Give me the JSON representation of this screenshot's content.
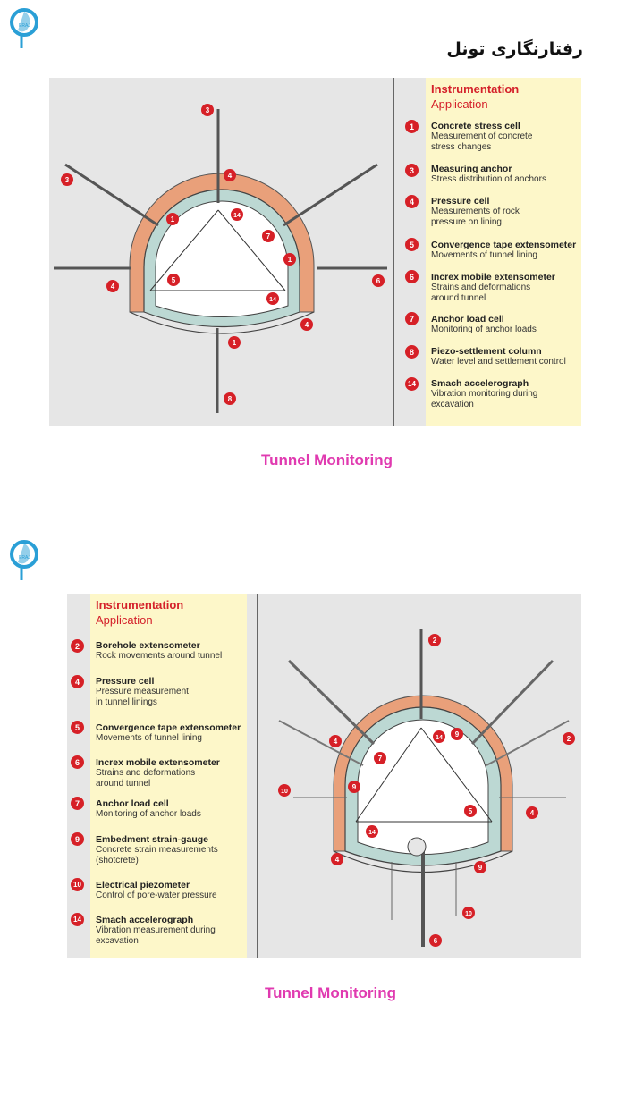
{
  "page_title": "رفتارنگاری تونل",
  "logo_text": "ERAJ",
  "colors": {
    "marker": "#d62027",
    "caption": "#e03ab0",
    "legend_bg": "#fdf7c9",
    "lining": "#bcd8d3",
    "shotcrete": "#e9a07a"
  },
  "section1": {
    "legend": {
      "heading": "Instrumentation",
      "subheading": "Application",
      "items": [
        {
          "num": "1",
          "title": "Concrete stress cell",
          "desc": "Measurement of concrete\nstress changes"
        },
        {
          "num": "3",
          "title": "Measuring anchor",
          "desc": "Stress distribution of anchors"
        },
        {
          "num": "4",
          "title": "Pressure cell",
          "desc": "Measurements of rock\npressure on lining"
        },
        {
          "num": "5",
          "title": "Convergence tape extensometer",
          "desc": "Movements of tunnel lining"
        },
        {
          "num": "6",
          "title": "Increx mobile extensometer",
          "desc": "Strains and deformations\naround tunnel"
        },
        {
          "num": "7",
          "title": "Anchor load cell",
          "desc": "Monitoring of anchor loads"
        },
        {
          "num": "8",
          "title": "Piezo-settlement column",
          "desc": "Water level and settlement control"
        },
        {
          "num": "14",
          "title": "Smach accelerograph",
          "desc": "Vibration monitoring during\nexcavation"
        }
      ]
    },
    "diagram_labels": [
      "3",
      "3",
      "4",
      "1",
      "14",
      "7",
      "1",
      "4",
      "5",
      "14",
      "6",
      "4",
      "1",
      "8"
    ],
    "caption": "Tunnel Monitoring"
  },
  "section2": {
    "legend": {
      "heading": "Instrumentation",
      "subheading": "Application",
      "items": [
        {
          "num": "2",
          "title": "Borehole extensometer",
          "desc": "Rock movements around tunnel"
        },
        {
          "num": "4",
          "title": "Pressure cell",
          "desc": "Pressure measurement\nin tunnel linings"
        },
        {
          "num": "5",
          "title": "Convergence tape extensometer",
          "desc": "Movements of tunnel lining"
        },
        {
          "num": "6",
          "title": "Increx mobile extensometer",
          "desc": "Strains and deformations\naround tunnel"
        },
        {
          "num": "7",
          "title": "Anchor load cell",
          "desc": "Monitoring of anchor loads"
        },
        {
          "num": "9",
          "title": "Embedment strain-gauge",
          "desc": "Concrete strain measurements\n(shotcrete)"
        },
        {
          "num": "10",
          "title": "Electrical piezometer",
          "desc": "Control of pore-water pressure"
        },
        {
          "num": "14",
          "title": "Smach accelerograph",
          "desc": "Vibration measurement during\nexcavation"
        }
      ]
    },
    "diagram_labels": [
      "2",
      "4",
      "7",
      "14",
      "9",
      "2",
      "10",
      "9",
      "5",
      "4",
      "14",
      "4",
      "9",
      "10",
      "6"
    ],
    "caption": "Tunnel Monitoring"
  }
}
